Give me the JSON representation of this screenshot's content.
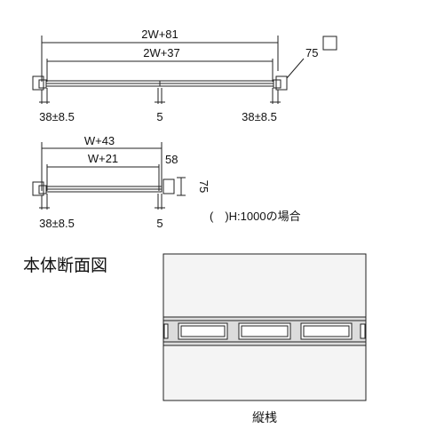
{
  "top_view": {
    "overall_width": "2W+81",
    "inner_width": "2W+37",
    "right_label": "75",
    "left_offset": "38±8.5",
    "center_gap": "5",
    "right_offset": "38±8.5"
  },
  "middle_view": {
    "overall_width": "W+43",
    "inner_width": "W+21",
    "right_dim_top": "58",
    "right_dim_height": "75",
    "left_offset": "38±8.5",
    "center_gap": "5",
    "note": "(　)H:1000の場合"
  },
  "section": {
    "title": "本体断面図",
    "caption": "縦桟"
  },
  "colors": {
    "line": "#222222",
    "panel_face": "#f4f4f4",
    "panel_band": "#dcdcdc"
  }
}
